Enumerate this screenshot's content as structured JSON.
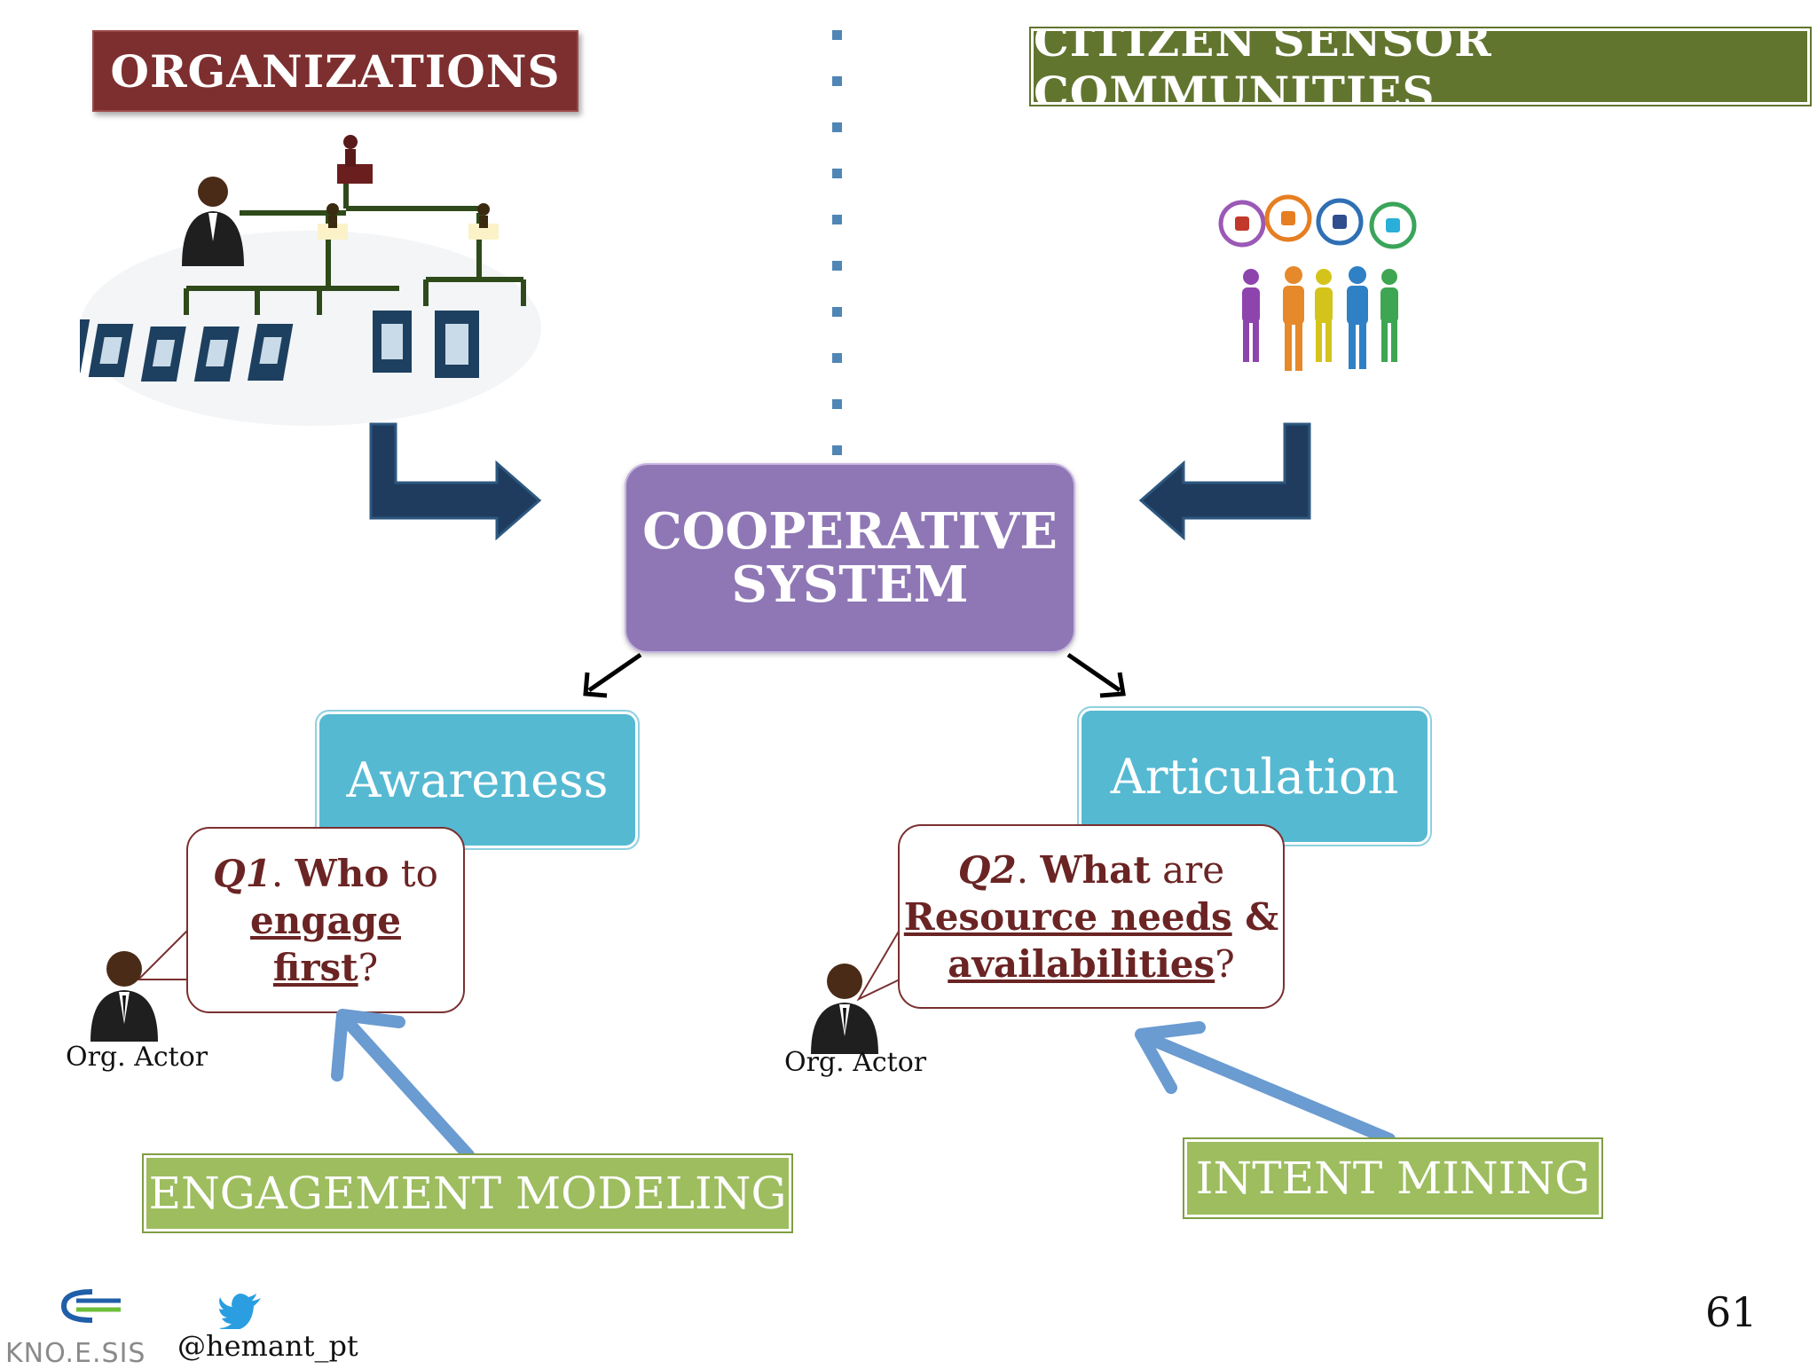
{
  "banners": {
    "organizations": "ORGANIZATIONS",
    "citizen": "CITIZEN SENSOR COMMUNITIES"
  },
  "center": {
    "line1": "COOPERATIVE",
    "line2": "SYSTEM"
  },
  "boxes": {
    "awareness": "Awareness",
    "articulation": "Articulation"
  },
  "q1": {
    "label": "Q1",
    "dot": ".",
    "who": "Who",
    "to": " to",
    "engage": "engage",
    "first": "first",
    "qmark": "?"
  },
  "q2": {
    "label": "Q2",
    "dot": ".",
    "what": "What",
    "are": " are",
    "resource": "Resource needs",
    "amp": " &",
    "avail": "availabilities",
    "qmark": "?"
  },
  "actors": {
    "left": "Org. Actor",
    "right": "Org. Actor"
  },
  "methods": {
    "engagement": "ENGAGEMENT MODELING",
    "intent": "INTENT MINING"
  },
  "footer": {
    "logo": "KNO.E.SIS",
    "handle": "@hemant_pt",
    "page": "61"
  },
  "colors": {
    "org_banner": "#7d2e2e",
    "citizen_banner": "#62752f",
    "cooperative": "#8f77b5",
    "teal": "#56b9d2",
    "green": "#9dbd5f",
    "navy_arrow": "#1f3c5e",
    "blue_arrow": "#6a9bd1"
  }
}
